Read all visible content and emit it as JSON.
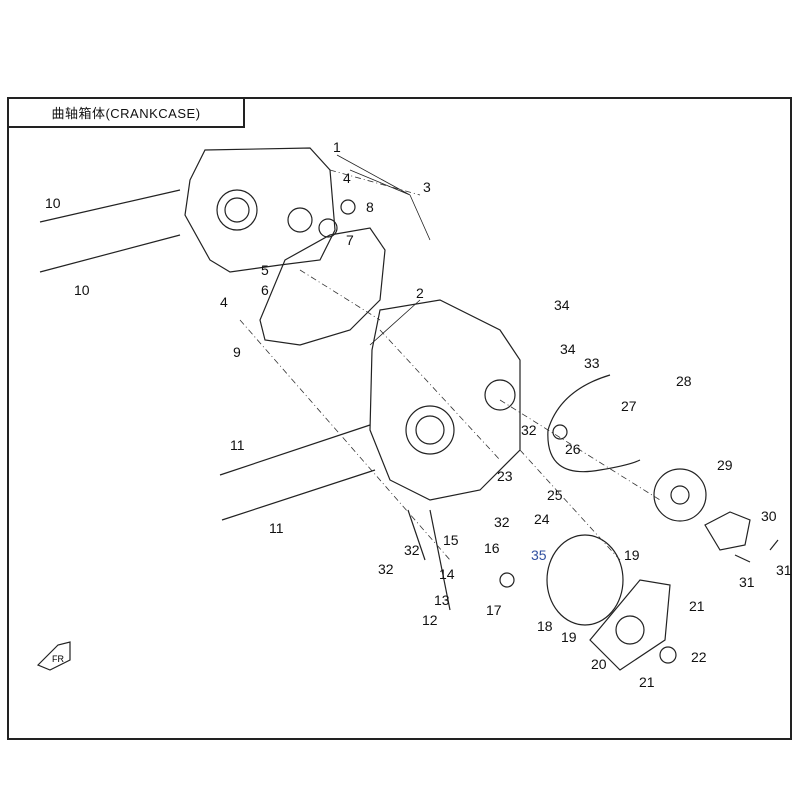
{
  "title": "曲轴箱体(CRANKCASE)",
  "callouts": [
    "1",
    "3",
    "4",
    "8",
    "7",
    "5",
    "6",
    "4",
    "10",
    "10",
    "9",
    "2",
    "34",
    "34",
    "33",
    "28",
    "27",
    "26",
    "32",
    "29",
    "23",
    "25",
    "24",
    "32",
    "35",
    "11",
    "11",
    "32",
    "15",
    "16",
    "32",
    "14",
    "13",
    "12",
    "17",
    "19",
    "18",
    "19",
    "21",
    "20",
    "22",
    "21",
    "30",
    "31",
    "31"
  ],
  "front_marker": "FR",
  "colors": {
    "line": "#222222",
    "callout_35": "#3050a0"
  }
}
